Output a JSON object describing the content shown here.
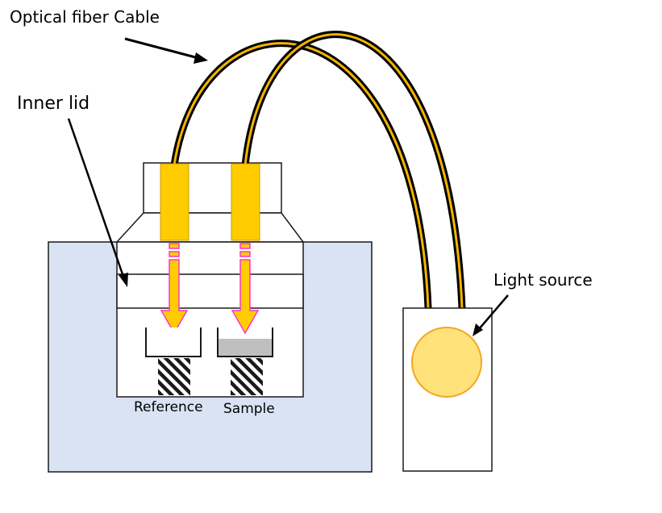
{
  "labels": {
    "optical_fiber_cable": "Optical fiber Cable",
    "inner_lid": "Inner lid",
    "light_source": "Light source",
    "reference": "Reference",
    "sample": "Sample"
  },
  "colors": {
    "fiber_core": "#f4b400",
    "fiber_sheath": "#000000",
    "connector": "#ffcc00",
    "connector_border": "#c89a00",
    "housing": "#dae3f3",
    "housing_border": "#1a1a1a",
    "light_arrow_fill": "#ffcc00",
    "light_arrow_border": "#ff33cc",
    "light_source_fill": "#ffe27a",
    "light_source_border": "#f5a623",
    "sample_fill": "#bfbfbf",
    "reference_fill": "#ffffff"
  },
  "icons": {
    "pointer": "arrow-icon",
    "light_emitter": "light-bulb-icon",
    "light_beam": "down-arrow-icon"
  }
}
